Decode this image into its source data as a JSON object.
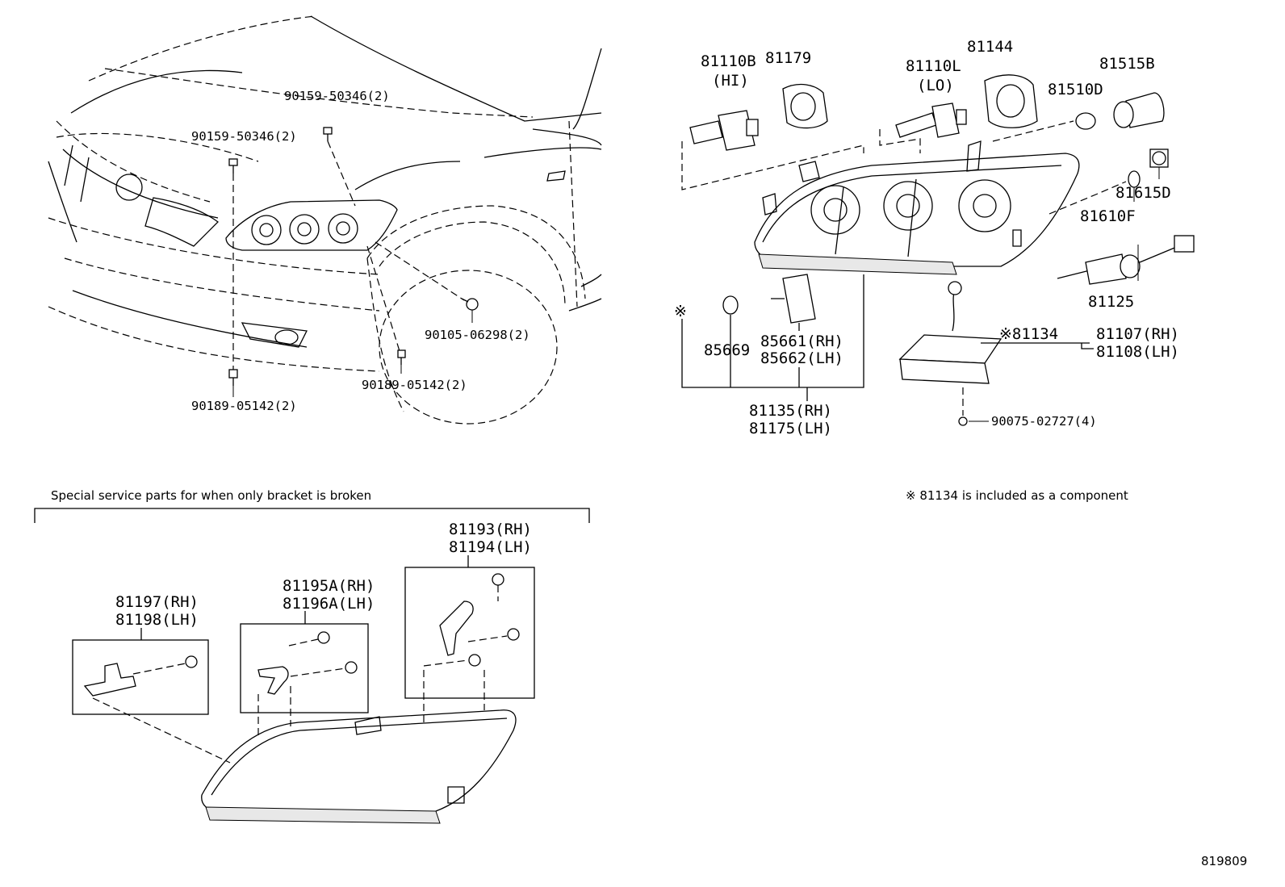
{
  "labels": {
    "hood_bolt_a": "90159-50346(2)",
    "hood_bolt_b": "90159-50346(2)",
    "lower_clip_left": "90189-05142(2)",
    "lower_clip_mid": "90189-05142(2)",
    "fender_bolt": "90105-06298(2)",
    "bulb_hi": "81110B",
    "bulb_hi_sub": "(HI)",
    "cap_hi": "81179",
    "bulb_lo": "81110L",
    "bulb_lo_sub": "(LO)",
    "cap_lo": "81144",
    "bulb_front": "81515B",
    "bulb_small": "81510D",
    "socket_side": "81615D",
    "bulb_side": "81610F",
    "socket_wire": "81125",
    "oring": "85669",
    "leveling_motor_rh": "85661(RH)",
    "leveling_motor_lh": "85662(LH)",
    "ballast_star": "※81134",
    "ballast_rh": "81107(RH)",
    "ballast_lh": "81108(LH)",
    "ballast_screw": "90075-02727(4)",
    "unit_rh": "81135(RH)",
    "unit_lh": "81175(LH)",
    "star_mark": "※",
    "bracket1_rh": "81197(RH)",
    "bracket1_lh": "81198(LH)",
    "bracket2_rh": "81195A(RH)",
    "bracket2_lh": "81196A(LH)",
    "bracket3_rh": "81193(RH)",
    "bracket3_lh": "81194(LH)"
  },
  "notes": {
    "special_service": "Special service parts for when only bracket is broken",
    "component_note": "※  81134 is included as a component"
  },
  "diagram_id": "819809"
}
